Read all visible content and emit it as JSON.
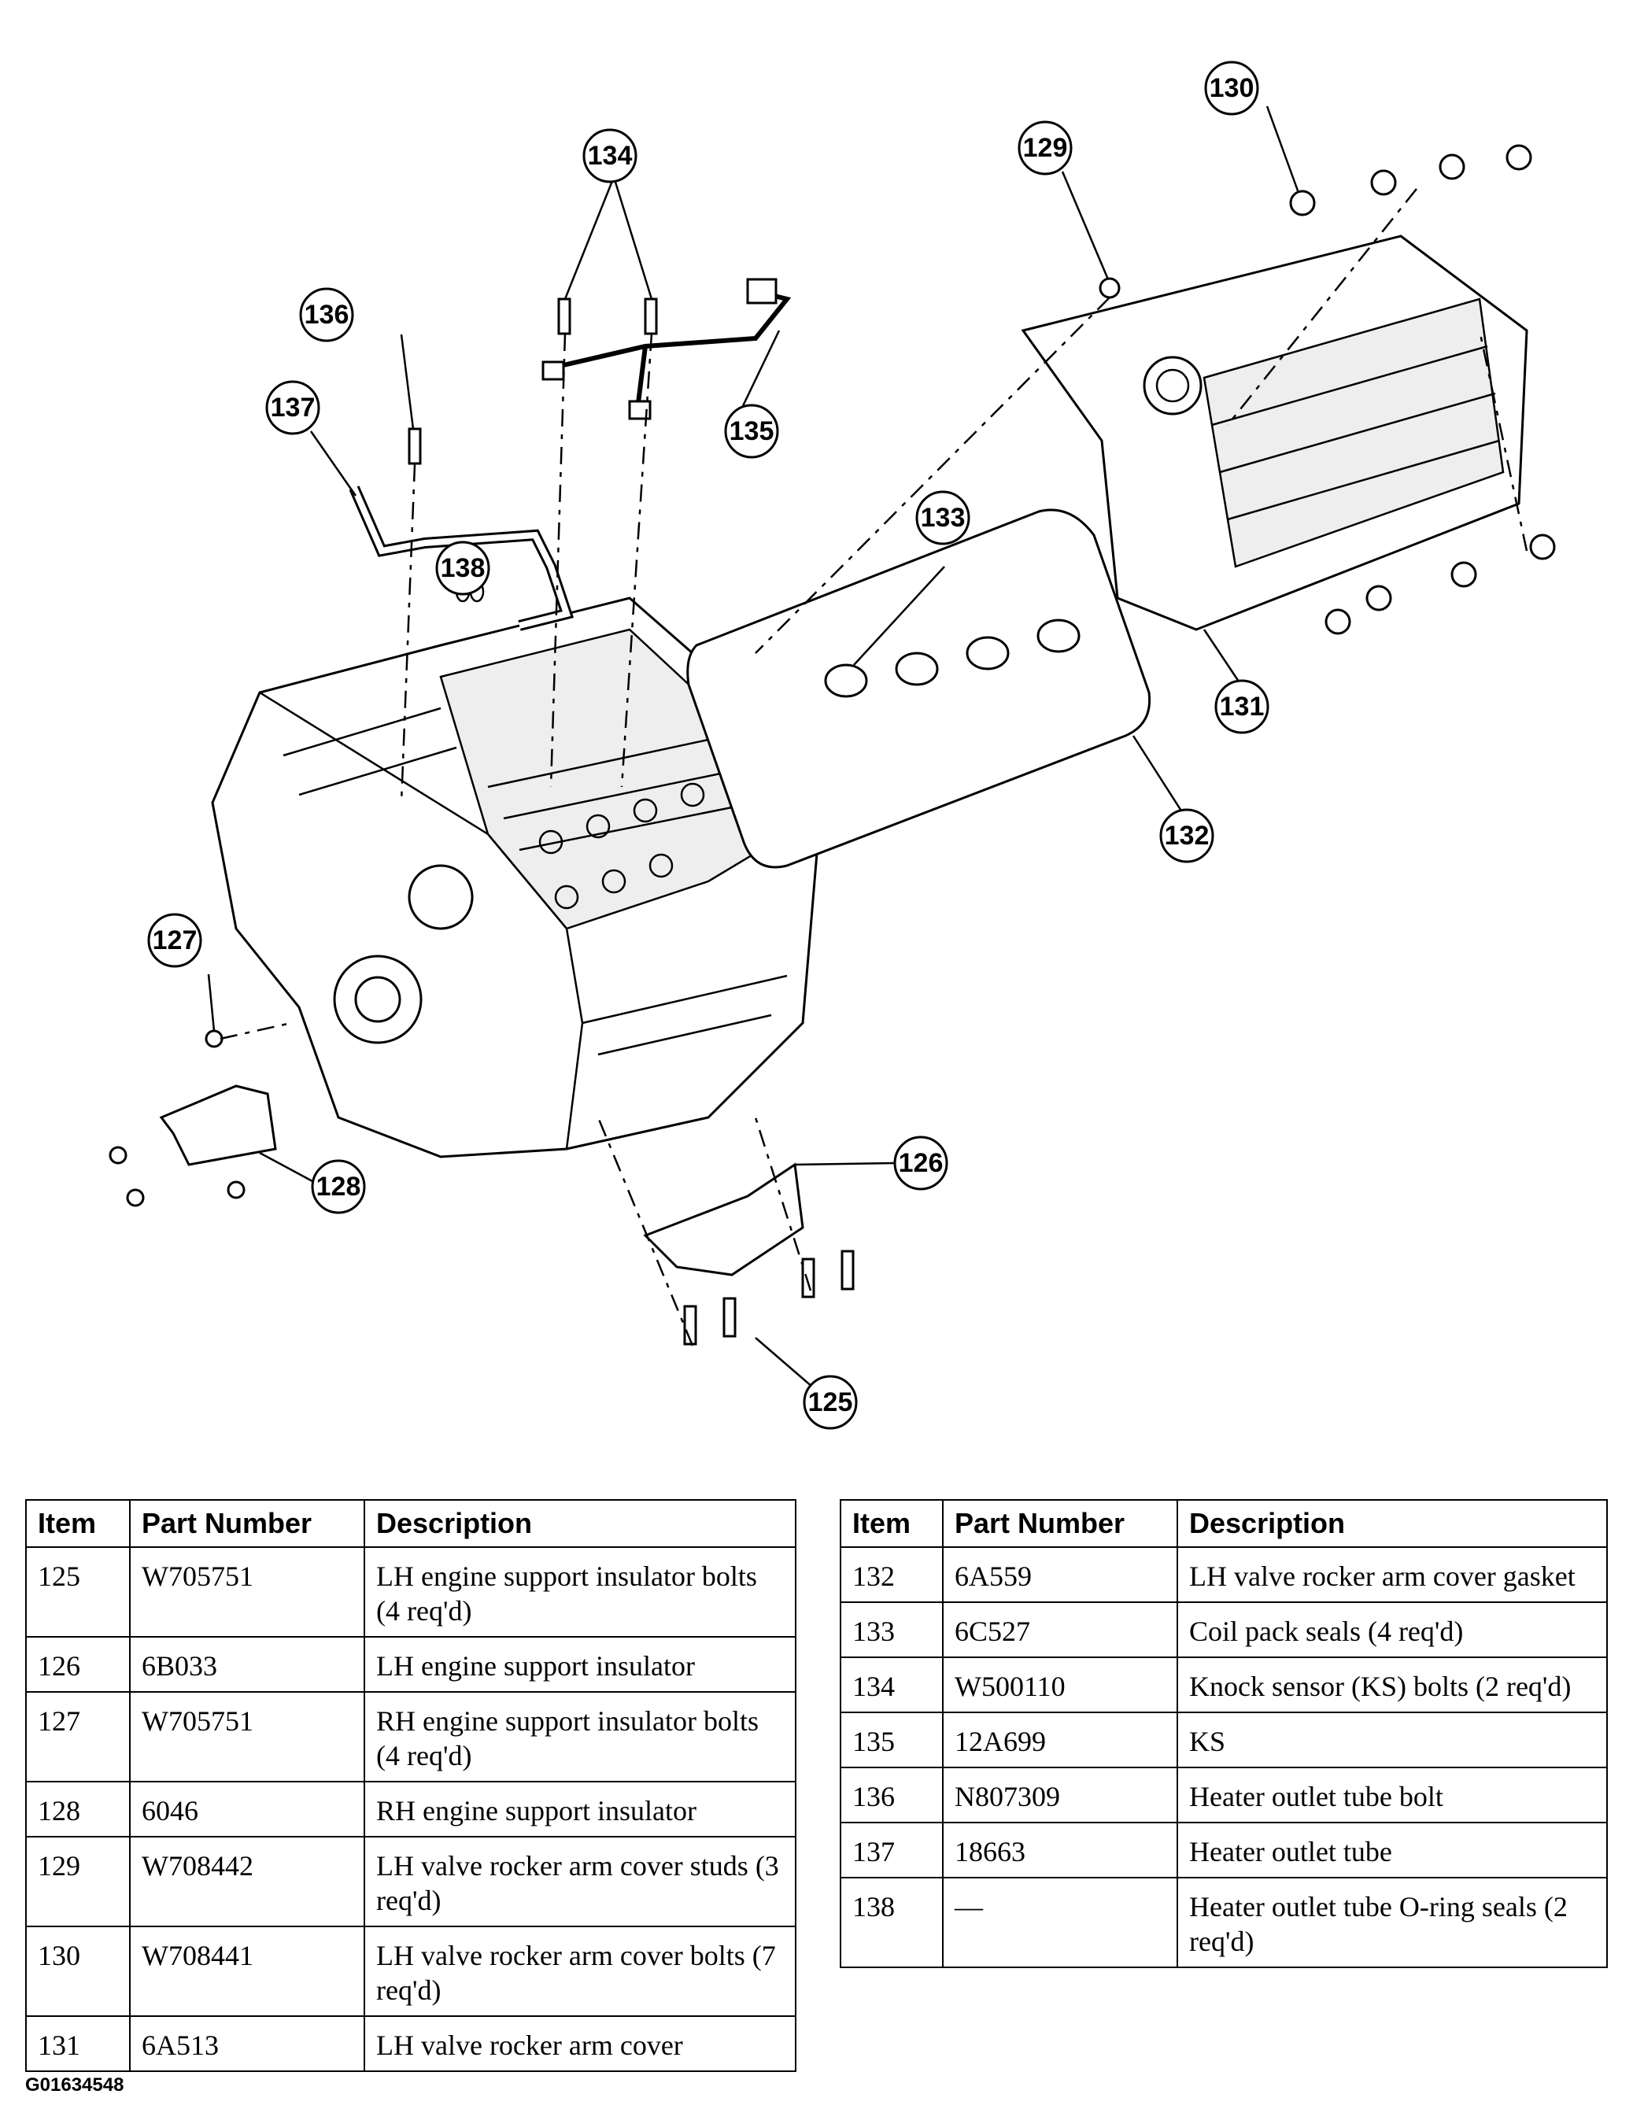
{
  "callouts": [
    "125",
    "126",
    "127",
    "128",
    "129",
    "130",
    "131",
    "132",
    "133",
    "134",
    "135",
    "136",
    "137",
    "138"
  ],
  "table_headers": {
    "item": "Item",
    "part_number": "Part Number",
    "description": "Description"
  },
  "table_left": [
    {
      "item": "125",
      "part_number": "W705751",
      "description": "LH engine support insulator bolts (4 req'd)"
    },
    {
      "item": "126",
      "part_number": "6B033",
      "description": "LH engine support insulator"
    },
    {
      "item": "127",
      "part_number": "W705751",
      "description": "RH engine support insulator bolts (4 req'd)"
    },
    {
      "item": "128",
      "part_number": "6046",
      "description": "RH engine support insulator"
    },
    {
      "item": "129",
      "part_number": "W708442",
      "description": "LH valve rocker arm cover studs (3 req'd)"
    },
    {
      "item": "130",
      "part_number": "W708441",
      "description": "LH valve rocker arm cover bolts (7 req'd)"
    },
    {
      "item": "131",
      "part_number": "6A513",
      "description": "LH valve rocker arm cover"
    }
  ],
  "table_right": [
    {
      "item": "132",
      "part_number": "6A559",
      "description": "LH valve rocker arm cover gasket"
    },
    {
      "item": "133",
      "part_number": "6C527",
      "description": "Coil pack seals (4 req'd)"
    },
    {
      "item": "134",
      "part_number": "W500110",
      "description": "Knock sensor (KS) bolts (2 req'd)"
    },
    {
      "item": "135",
      "part_number": "12A699",
      "description": "KS"
    },
    {
      "item": "136",
      "part_number": "N807309",
      "description": "Heater outlet tube bolt"
    },
    {
      "item": "137",
      "part_number": "18663",
      "description": "Heater outlet tube"
    },
    {
      "item": "138",
      "part_number": "—",
      "description": "Heater outlet tube O-ring seals (2 req'd)"
    }
  ],
  "figure_id": "G01634548"
}
